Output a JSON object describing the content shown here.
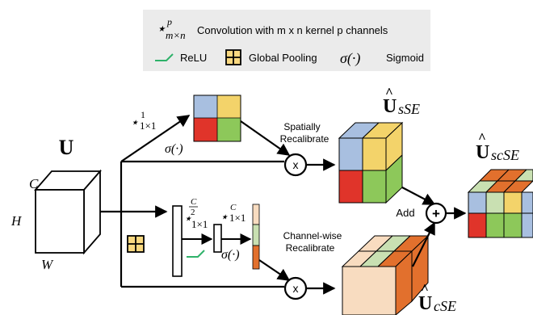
{
  "legend": {
    "conv_symbol": "⋆",
    "conv_sup": "p",
    "conv_sub": "m×n",
    "conv_text": "Convolution with m x n kernel p channels",
    "relu_text": "ReLU",
    "pool_text": "Global Pooling",
    "sigmoid_symbol": "σ(·)",
    "sigmoid_text": "Sigmoid"
  },
  "input": {
    "label": "U",
    "dim_c": "C",
    "dim_h": "H",
    "dim_w": "W"
  },
  "spatial_branch": {
    "conv_symbol": "⋆",
    "conv_sup": "1",
    "conv_sub": "1×1",
    "sigmoid": "σ(·)",
    "recalibrate_label_1": "Spatially",
    "recalibrate_label_2": "Recalibrate",
    "output_label_main": "U",
    "output_label_sub": "sSE"
  },
  "channel_branch": {
    "conv1_symbol": "⋆",
    "conv1_sup": "C",
    "conv1_sup_den": "2",
    "conv1_sub": "1×1",
    "conv2_symbol": "⋆",
    "conv2_sup": "C",
    "conv2_sub": "1×1",
    "sigmoid": "σ(·)",
    "recalibrate_label_1": "Channel-wise",
    "recalibrate_label_2": "Recalibrate",
    "output_label_main": "U",
    "output_label_sub": "cSE"
  },
  "merge": {
    "add_label": "Add",
    "multiply_symbol": "x",
    "plus_symbol": "+",
    "output_label_main": "U",
    "output_label_sub": "scSE"
  },
  "colors": {
    "blue": "#a8bfe0",
    "yellow": "#f3d36a",
    "red": "#e0342a",
    "green": "#8dc85a",
    "orange": "#e2702d",
    "light_green": "#c9e0b2",
    "beige": "#f8dcc0",
    "relu_line": "#2fb26a",
    "pool_fill": "#f9d880",
    "legend_bg": "#ebebeb",
    "line": "#000000"
  }
}
